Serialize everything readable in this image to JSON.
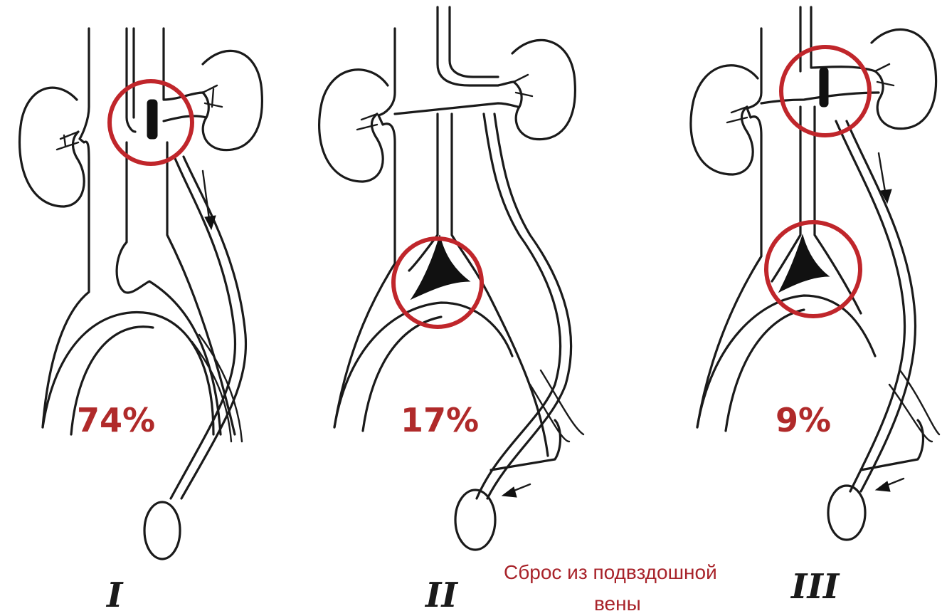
{
  "variants": [
    {
      "roman": "I",
      "percent": "74%"
    },
    {
      "roman": "II",
      "percent": "17%"
    },
    {
      "roman": "III",
      "percent": "9%"
    }
  ],
  "caption_line1": "Сброс из подвздошной",
  "caption_line2": "вены",
  "colors": {
    "highlight_ring": "#c0262b",
    "percent_text": "#b02a2a",
    "caption_text": "#a8232a",
    "line": "#1a1a1a"
  }
}
